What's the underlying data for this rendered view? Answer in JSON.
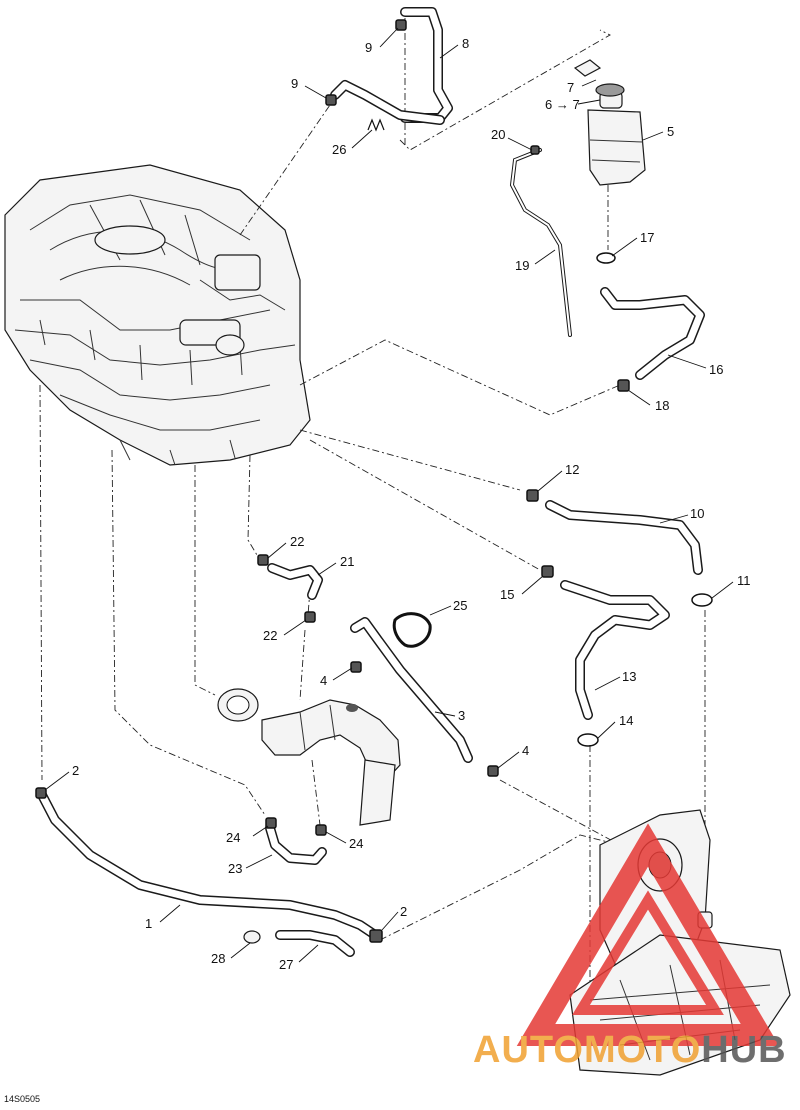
{
  "diagram": {
    "reference": "14S0505",
    "callouts": {
      "c1": "1",
      "c2a": "2",
      "c2b": "2",
      "c3": "3",
      "c4a": "4",
      "c4b": "4",
      "c5": "5",
      "c6": "6 → 7",
      "c7": "7",
      "c8": "8",
      "c9a": "9",
      "c9b": "9",
      "c10": "10",
      "c11": "11",
      "c12": "12",
      "c13": "13",
      "c14": "14",
      "c15": "15",
      "c16": "16",
      "c17": "17",
      "c18": "18",
      "c19": "19",
      "c20": "20",
      "c21": "21",
      "c22a": "22",
      "c22b": "22",
      "c23": "23",
      "c24a": "24",
      "c24b": "24",
      "c25": "25",
      "c26": "26",
      "c27": "27",
      "c28": "28"
    }
  },
  "watermark": {
    "brand_part1": "AUTOMOTO",
    "brand_part2": "HUB",
    "color_triangle": "#e53935",
    "color_orange": "#f0a030",
    "color_dark": "#555555"
  }
}
